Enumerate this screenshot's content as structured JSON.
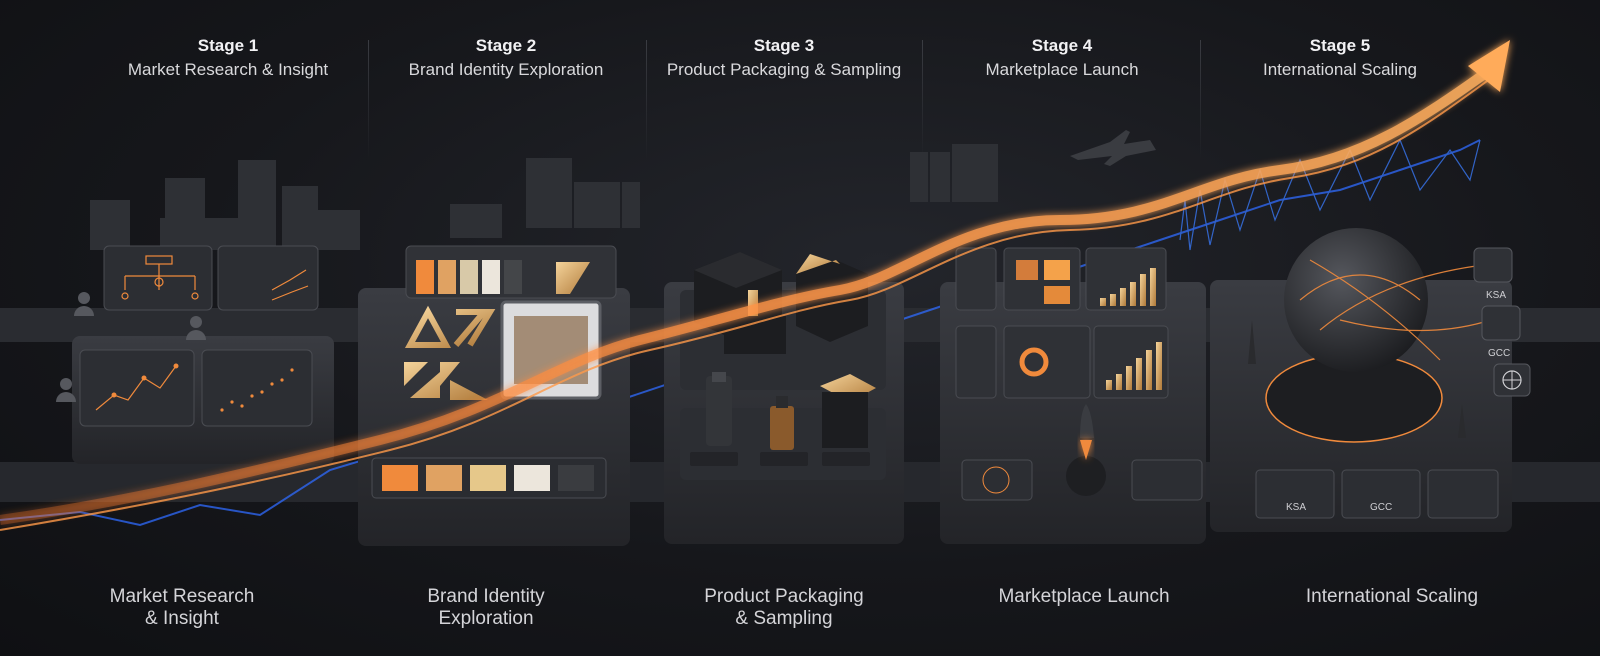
{
  "stages": [
    {
      "title": "Stage 1",
      "subtitle": "Market Research & Insight",
      "bottom_line1": "Market Research",
      "bottom_line2": "& Insight"
    },
    {
      "title": "Stage 2",
      "subtitle": "Brand Identity Exploration",
      "bottom_line1": "Brand Identity",
      "bottom_line2": "Exploration"
    },
    {
      "title": "Stage 3",
      "subtitle": "Product Packaging & Sampling",
      "bottom_line1": "Product Packaging",
      "bottom_line2": "& Sampling"
    },
    {
      "title": "Stage 4",
      "subtitle": "Marketplace Launch",
      "bottom_line1": "Marketplace Launch",
      "bottom_line2": ""
    },
    {
      "title": "Stage 5",
      "subtitle": "International Scaling",
      "bottom_line1": "International Scaling",
      "bottom_line2": ""
    }
  ],
  "region_tags": [
    "KSA",
    "GCC"
  ],
  "map_tiles": [
    "KSA",
    "GCC"
  ],
  "colors": {
    "accent": "#f08a3c",
    "blue_glow": "#2f6bff",
    "panel": "#2b2d32"
  }
}
